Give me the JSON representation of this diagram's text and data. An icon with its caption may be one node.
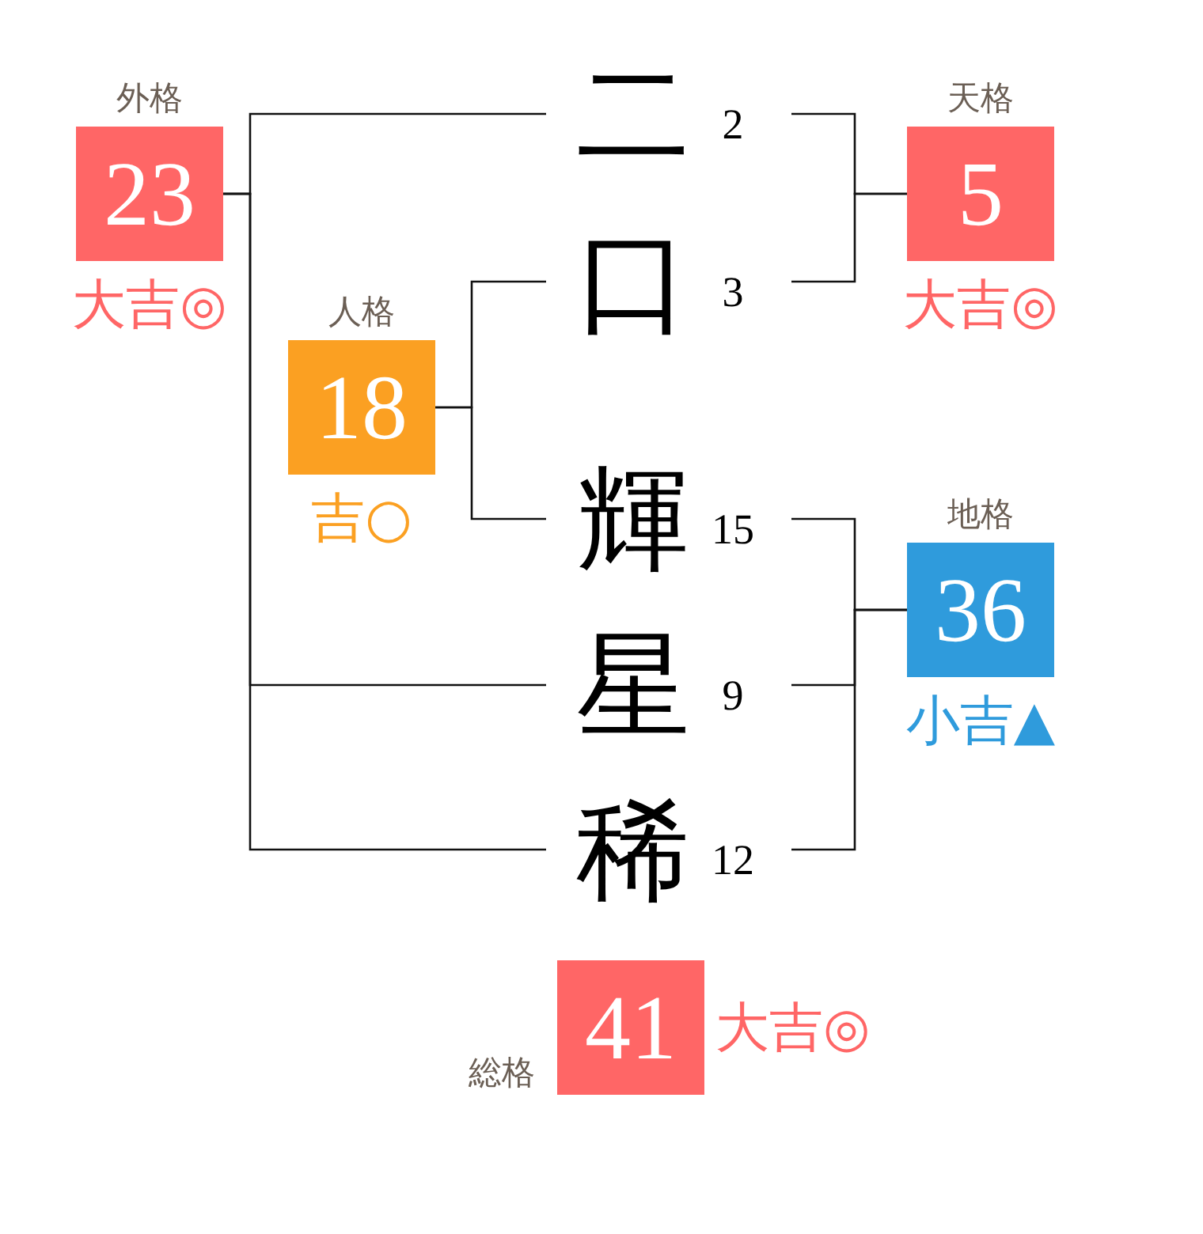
{
  "diagram": {
    "nodes": [
      {
        "text": [
          "外格",
          "23"
        ],
        "beside": [
          "大吉◎"
        ]
      },
      {
        "text": [
          "二"
        ],
        "beside": [
          "2"
        ]
      },
      {
        "text": [
          "天格",
          "5"
        ],
        "beside": [
          "大吉◎"
        ]
      },
      {
        "text": [
          "口"
        ],
        "beside": [
          "3"
        ]
      },
      {
        "text": [
          "人格",
          "18"
        ],
        "beside": [
          "吉○"
        ]
      },
      {
        "text": [
          "輝"
        ],
        "beside": [
          "15"
        ]
      },
      {
        "text": [
          "地格",
          "36"
        ],
        "beside": [
          "小吉▲"
        ]
      },
      {
        "text": [
          "星"
        ],
        "beside": [
          "9"
        ]
      },
      {
        "text": [
          "稀"
        ],
        "beside": [
          "12"
        ]
      },
      {
        "text": [
          "総格",
          "41"
        ],
        "beside": [
          "大吉◎"
        ]
      }
    ],
    "edges": [
      {
        "from": 1,
        "to": 0,
        "arrow": "none"
      },
      {
        "from": 7,
        "to": 0,
        "arrow": "none"
      },
      {
        "from": 8,
        "to": 0,
        "arrow": "none"
      },
      {
        "from": 1,
        "to": 2,
        "arrow": "none"
      },
      {
        "from": 3,
        "to": 2,
        "arrow": "none"
      },
      {
        "from": 3,
        "to": 4,
        "arrow": "none"
      },
      {
        "from": 5,
        "to": 4,
        "arrow": "none"
      },
      {
        "from": 5,
        "to": 6,
        "arrow": "none"
      },
      {
        "from": 7,
        "to": 6,
        "arrow": "none"
      },
      {
        "from": 8,
        "to": 6,
        "arrow": "none"
      }
    ]
  }
}
